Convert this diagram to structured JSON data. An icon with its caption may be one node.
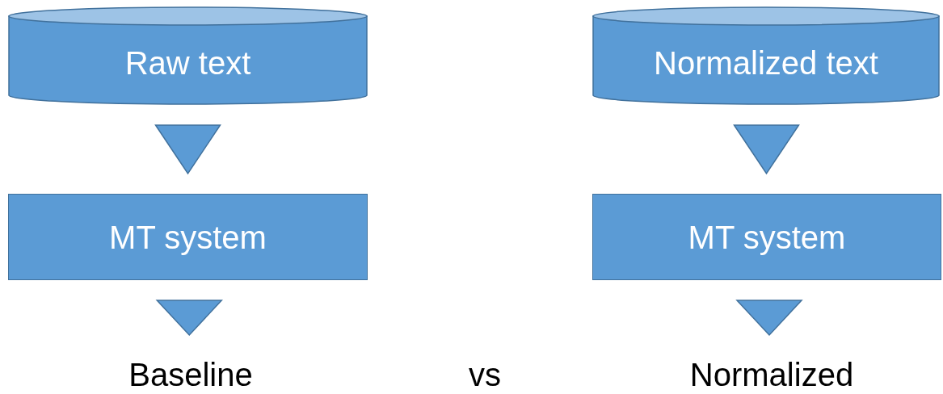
{
  "diagram": {
    "nodes": [
      {
        "text": [
          "Raw text"
        ]
      },
      {
        "text": [
          "MT system"
        ]
      },
      {
        "text": [
          "Baseline"
        ]
      },
      {
        "text": [
          "Normalized text"
        ]
      },
      {
        "text": [
          "MT system"
        ]
      },
      {
        "text": [
          "Normalized"
        ]
      }
    ],
    "edges": [
      {
        "from": 0,
        "to": 1,
        "arrow": "to"
      },
      {
        "from": 1,
        "to": 2,
        "arrow": "to"
      },
      {
        "from": 3,
        "to": 4,
        "arrow": "to"
      },
      {
        "from": 4,
        "to": 5,
        "arrow": "to"
      }
    ],
    "labels": [
      "vs"
    ]
  }
}
